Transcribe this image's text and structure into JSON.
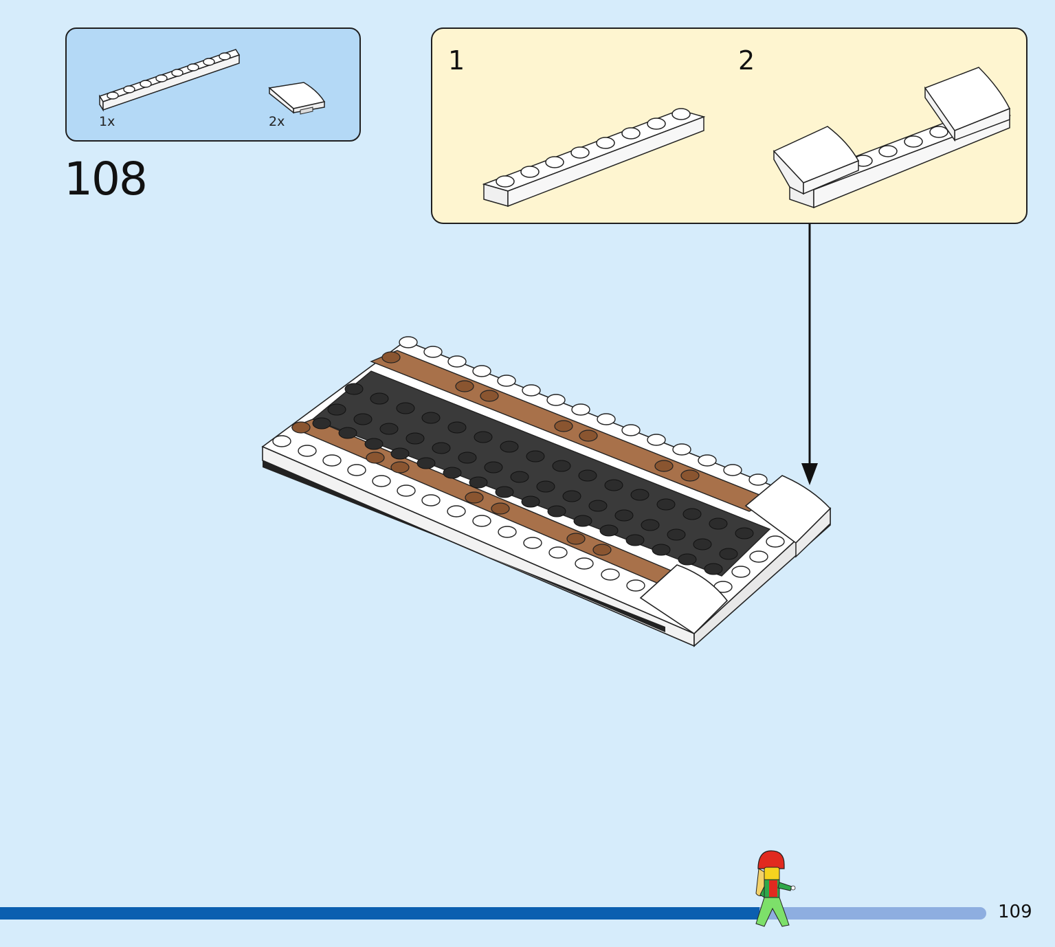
{
  "parts_list": {
    "items": [
      {
        "quantity": "1x",
        "part": "white-plate-1x8"
      },
      {
        "quantity": "2x",
        "part": "white-curved-slope-2x2"
      }
    ]
  },
  "step": {
    "number": "108"
  },
  "substeps": [
    {
      "label": "1",
      "part": "white-plate-1x8"
    },
    {
      "label": "2",
      "part": "white-plate-1x8-with-curved-slopes"
    }
  ],
  "page": {
    "number": "109",
    "progress": 0.77
  },
  "colors": {
    "page_background": "#d6ecfb",
    "parts_box": "#b4d9f6",
    "substep_box": "#fef5d0",
    "progress_fill": "#0b5fb0",
    "progress_track": "#8eaee0",
    "dark_bluish_gray": "#3a3a3a",
    "reddish_brown": "#a8714a",
    "white": "#ffffff"
  }
}
